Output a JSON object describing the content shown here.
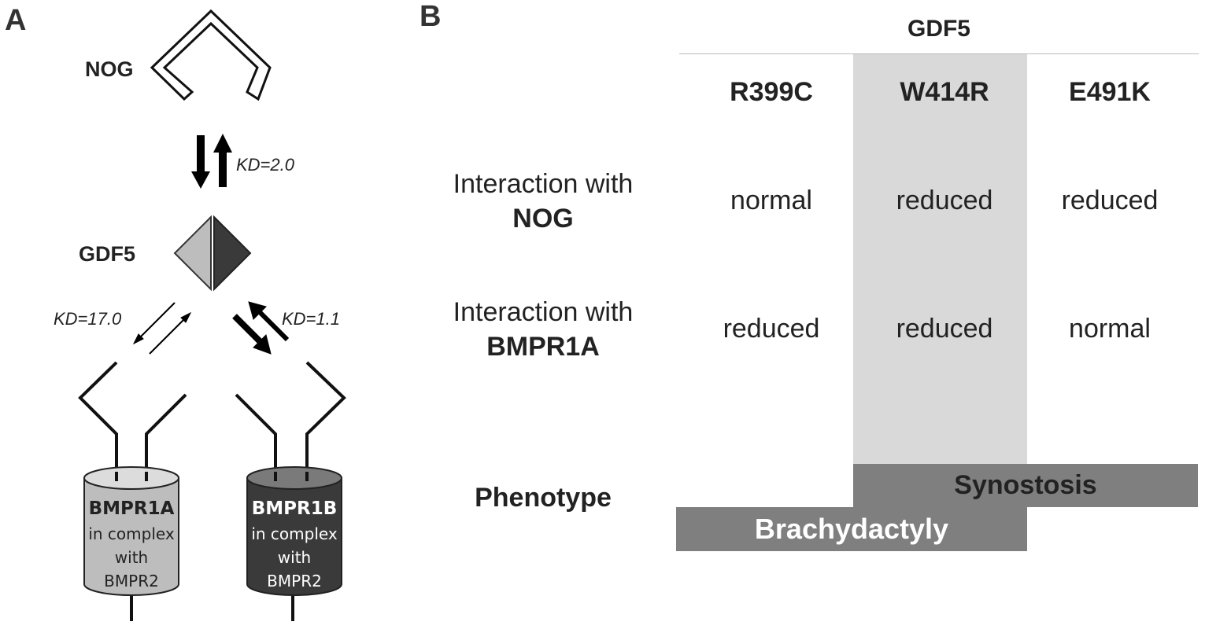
{
  "panel_a": {
    "label": "A",
    "nog_label": "NOG",
    "gdf5_label": "GDF5",
    "kd_nog": "KD=2.0",
    "kd_bmpr1a": "KD=17.0",
    "kd_bmpr1b": "KD=1.1",
    "receptor_a": {
      "name": "BMPR1A",
      "line1": "in complex",
      "line2": "with",
      "line3": "BMPR2"
    },
    "receptor_b": {
      "name": "BMPR1B",
      "line1": "in complex",
      "line2": "with",
      "line3": "BMPR2"
    },
    "colors": {
      "light_gray": "#bdbdbd",
      "dark_gray": "#3a3a3a"
    }
  },
  "panel_b": {
    "label": "B",
    "group_header": "GDF5",
    "columns": [
      "R399C",
      "W414R",
      "E491K"
    ],
    "rows": [
      {
        "label_line1": "Interaction with",
        "label_line2": "NOG",
        "values": [
          "normal",
          "reduced",
          "reduced"
        ]
      },
      {
        "label_line1": "Interaction with",
        "label_line2": "BMPR1A",
        "values": [
          "reduced",
          "reduced",
          "normal"
        ]
      }
    ],
    "phenotype_label": "Phenotype",
    "phenotypes": [
      {
        "name": "Synostosis",
        "columns": [
          "W414R",
          "E491K"
        ]
      },
      {
        "name": "Brachydactyly",
        "columns": [
          "R399C",
          "W414R"
        ]
      }
    ],
    "colors": {
      "highlight": "#d9d9d9",
      "bar": "#7f7f7f",
      "bar_text_synostosis": "#222222",
      "bar_text_brachydactyly": "#ffffff"
    }
  }
}
